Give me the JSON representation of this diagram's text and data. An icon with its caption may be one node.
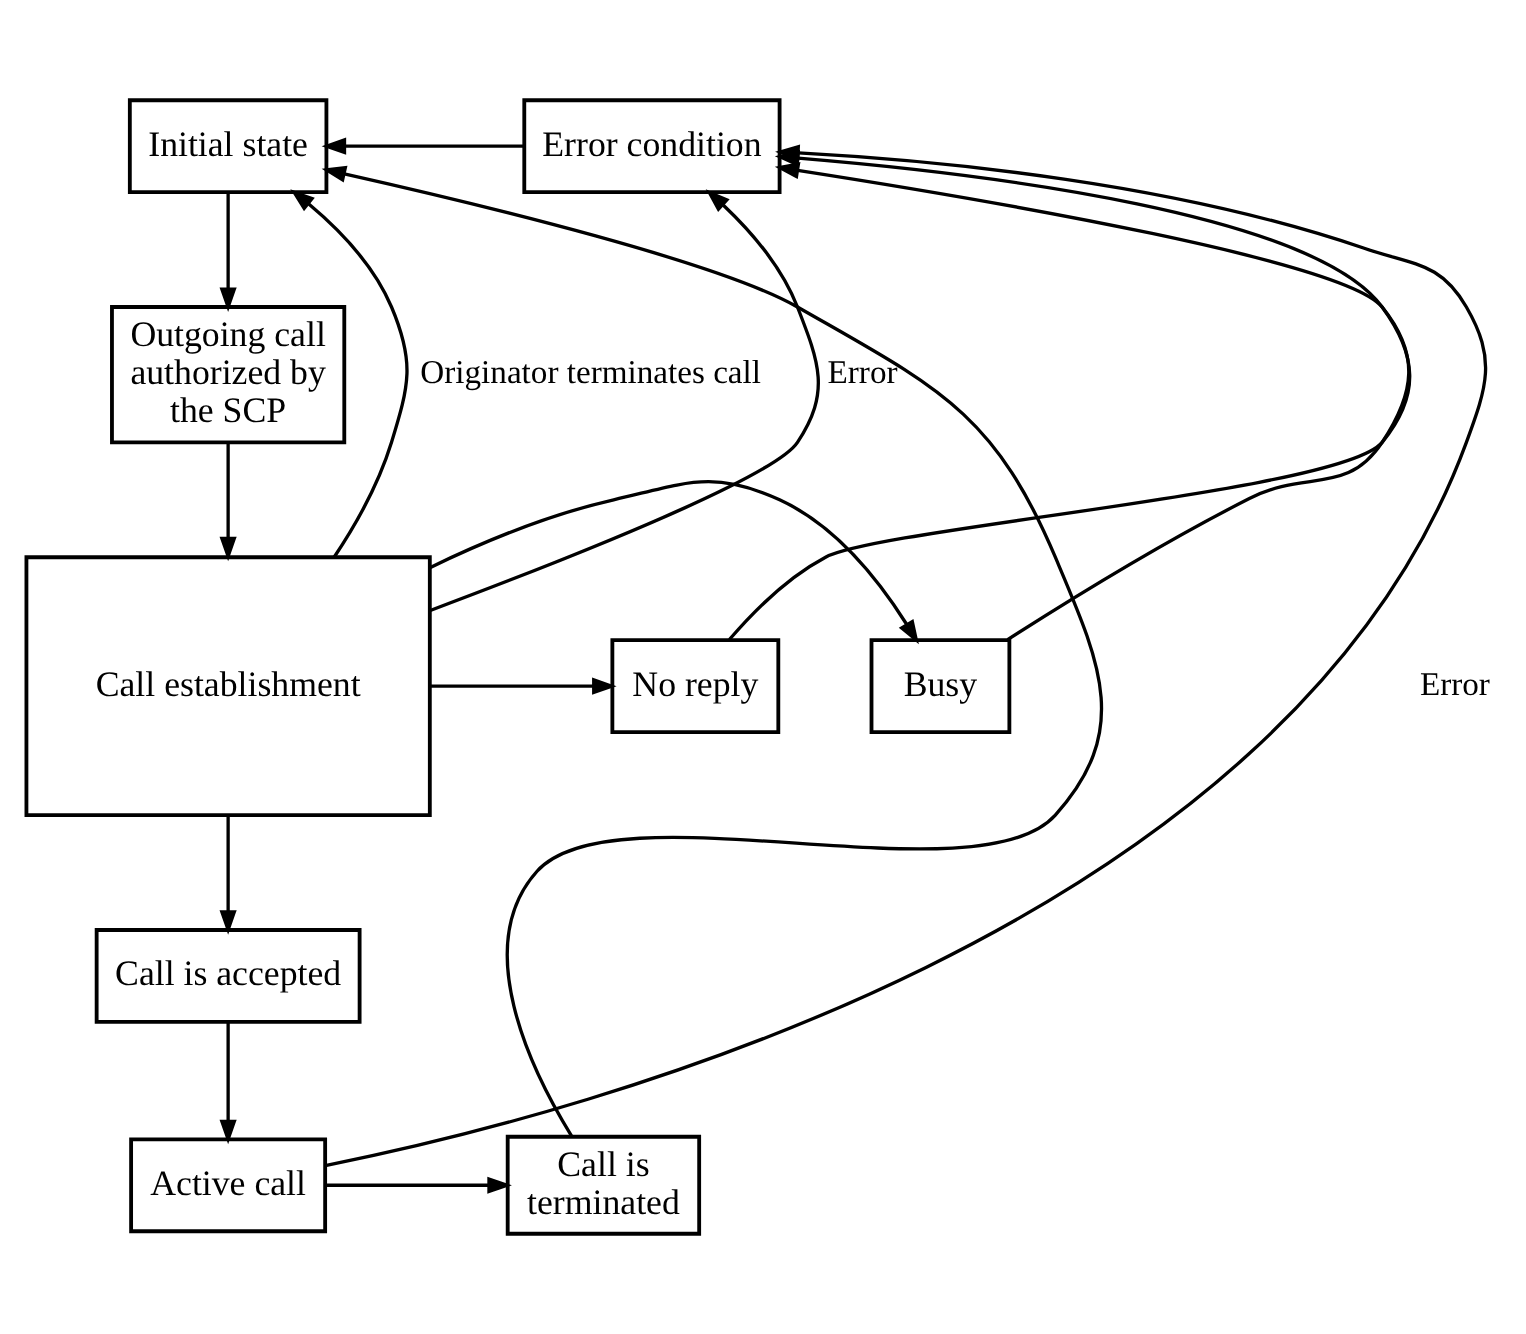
{
  "diagram": {
    "nodes": [
      {
        "text": [
          "Initial state"
        ]
      },
      {
        "text": [
          "Error condition"
        ]
      },
      {
        "text": [
          "Outgoing call authorized by the SCP"
        ]
      },
      {
        "text": [
          "Call establishment"
        ]
      },
      {
        "text": [
          "Busy"
        ]
      },
      {
        "text": [
          "No reply"
        ]
      },
      {
        "text": [
          "Call is accepted"
        ]
      },
      {
        "text": [
          "Active call"
        ]
      },
      {
        "text": [
          "Call is terminated"
        ]
      }
    ],
    "edges": [
      {
        "from": 1,
        "to": 0,
        "arrow": "to"
      },
      {
        "from": 0,
        "to": 2,
        "arrow": "to"
      },
      {
        "from": 2,
        "to": 3,
        "arrow": "to"
      },
      {
        "from": 3,
        "to": 0,
        "arrow": "to",
        "label": "Originator terminates call"
      },
      {
        "from": 3,
        "to": 4,
        "arrow": "to"
      },
      {
        "from": 3,
        "to": 5,
        "arrow": "to"
      },
      {
        "from": 4,
        "to": 1,
        "arrow": "to"
      },
      {
        "from": 5,
        "to": 1,
        "arrow": "to"
      },
      {
        "from": 3,
        "to": 1,
        "arrow": "to",
        "label": "Error"
      },
      {
        "from": 3,
        "to": 6,
        "arrow": "to"
      },
      {
        "from": 6,
        "to": 7,
        "arrow": "to"
      },
      {
        "from": 7,
        "to": 8,
        "arrow": "to"
      },
      {
        "from": 7,
        "to": 1,
        "arrow": "to",
        "label": "Error"
      },
      {
        "from": 8,
        "to": 0,
        "arrow": "to"
      }
    ]
  }
}
